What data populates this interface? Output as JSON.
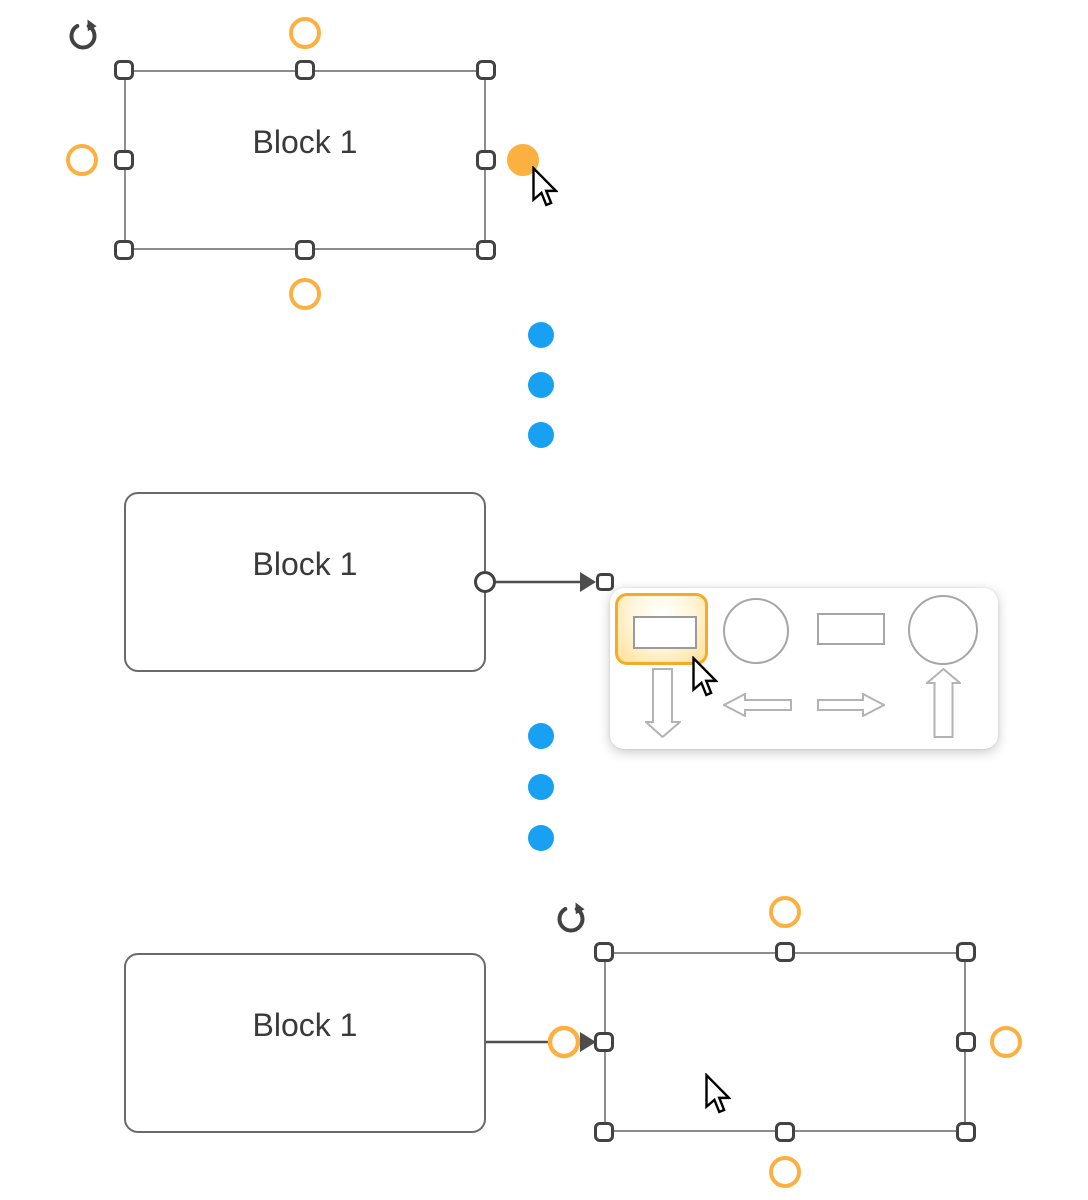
{
  "colors": {
    "accent_orange": "#fbb040",
    "separator_blue": "#18a0f2",
    "handle_stroke": "#424242",
    "selection_outline": "#8c8c8c",
    "shape_border": "#6a6a6a",
    "connector": "#4d4d4d",
    "text": "#3a3a3a",
    "picker_highlight_border": "#f2ac29",
    "picker_shape_stroke": "#a6a6a6"
  },
  "steps": [
    {
      "id": "select-shape",
      "block_label": "Block 1"
    },
    {
      "id": "drag-connection",
      "block_label": "Block 1",
      "shape_picker": {
        "row1": [
          "rectangle",
          "circle",
          "rectangle",
          "circle"
        ],
        "row2": [
          "arrow-down",
          "arrow-left",
          "arrow-right",
          "arrow-up"
        ],
        "highlighted": "rectangle"
      }
    },
    {
      "id": "shape-connected",
      "block_label": "Block 1",
      "new_shape_label": ""
    }
  ],
  "separator": {
    "dot_count": 3
  }
}
